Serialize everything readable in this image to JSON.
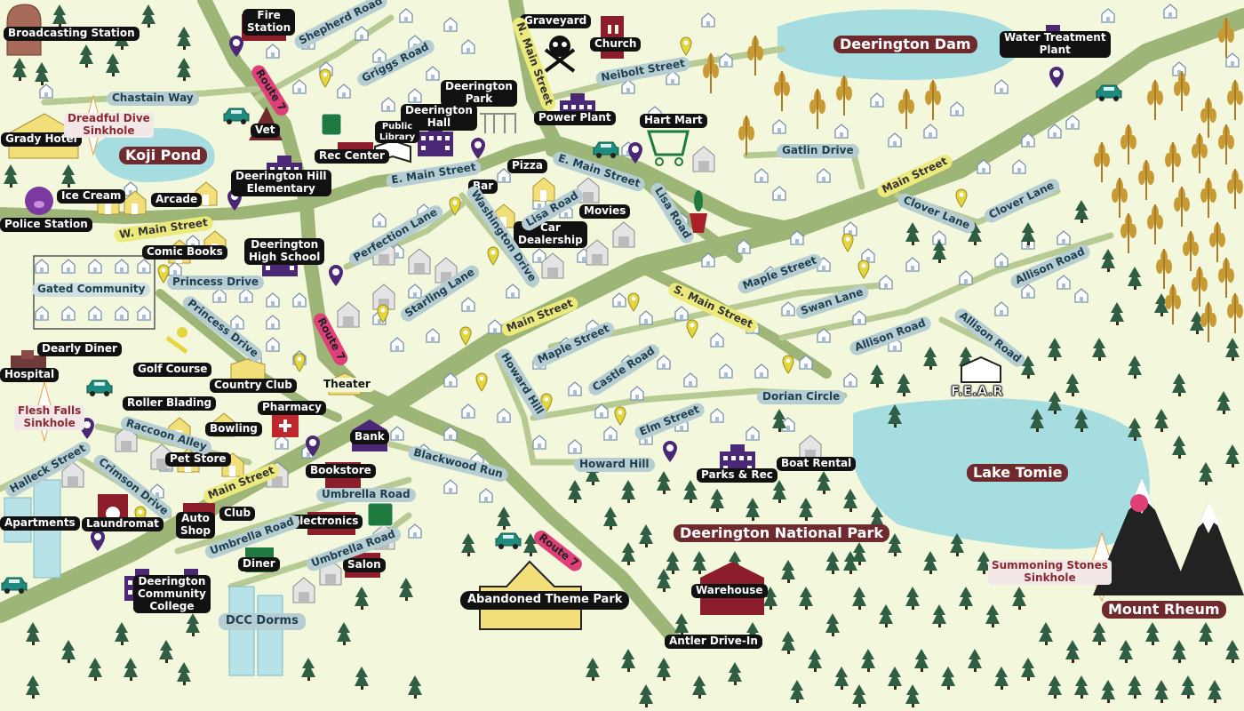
{
  "map": {
    "black_labels": {
      "broadcasting": "Broadcasting Station",
      "fire_station": "Fire\nStation",
      "graveyard": "Graveyard",
      "church": "Church",
      "water_treatment": "Water Treatment\nPlant",
      "deerington_park": "Deerington\nPark",
      "deerington_hall": "Deerington\nHall",
      "public_library": "Public\nLibrary",
      "power_plant": "Power Plant",
      "hart_mart": "Hart Mart",
      "grady_hotel": "Grady Hotel",
      "vet": "Vet",
      "rec_center": "Rec Center",
      "ice_cream": "Ice Cream",
      "police": "Police Station",
      "dh_elementary": "Deerington Hill\nElementary",
      "arcade": "Arcade",
      "pizza": "Pizza",
      "bar": "Bar",
      "movies": "Movies",
      "car_dealership": "Car\nDealership",
      "comic_books": "Comic Books",
      "dh_high": "Deerington\nHigh School",
      "dearly_diner": "Dearly Diner",
      "hospital": "Hospital",
      "golf_course": "Golf Course",
      "country_club": "Country Club",
      "theater": "Theater",
      "roller_blading": "Roller Blading",
      "pharmacy": "Pharmacy",
      "bowling": "Bowling",
      "bank": "Bank",
      "pet_store": "Pet Store",
      "bookstore": "Bookstore",
      "parks_rec": "Parks & Rec",
      "boat_rental": "Boat Rental",
      "apartments": "Apartments",
      "laundromat": "Laundromat",
      "auto_shop": "Auto\nShop",
      "club": "Club",
      "electronics": "Electronics",
      "diner": "Diner",
      "salon": "Salon",
      "dcc": "Deerington\nCommunity\nCollege",
      "abandoned_park": "Abandoned Theme Park",
      "warehouse": "Warehouse",
      "antler": "Antler Drive-In"
    },
    "streets": {
      "shepherd": "Shepherd Road",
      "griggs": "Griggs Road",
      "neibolt": "Neibolt Street",
      "chastain": "Chastain Way",
      "gatlin": "Gatlin Drive",
      "e_main_1": "E. Main Street",
      "e_main_2": "E. Main Street",
      "lisa_road_1": "Lisa Road",
      "lisa_road_2": "Lisa Road",
      "washington": "Washington Drive",
      "perfection": "Perfection Lane",
      "clover_1": "Clover Lane",
      "clover_2": "Clover Lane",
      "gated": "Gated Community",
      "princess_1": "Princess Drive",
      "princess_2": "Princess Drive",
      "starling": "Starling Lane",
      "maple_1": "Maple Street",
      "maple_2": "Maple Street",
      "swan": "Swan Lane",
      "allison_1": "Allison Road",
      "allison_2": "Allison Road",
      "allison_3": "Allison Road",
      "castle": "Castle Road",
      "howard_hill_1": "Howard Hill",
      "howard_hill_2": "Howard Hill",
      "dorian": "Dorian Circle",
      "elm": "Elm Street",
      "raccoon": "Raccoon Alley",
      "halleck": "Halleck Street",
      "crimson": "Crimson Drive",
      "umbrella_1": "Umbrella Road",
      "umbrella_2": "Umbrella Road",
      "umbrella_3": "Umbrella Road",
      "blackwood": "Blackwood Run",
      "dcc_dorms": "DCC Dorms"
    },
    "main_streets": {
      "n_main": "N. Main Street",
      "main_ne": "Main Street",
      "w_main": "W. Main Street",
      "main_center": "Main Street",
      "s_main": "S. Main Street",
      "main_sw": "Main Street"
    },
    "routes": {
      "r7_a": "Route 7",
      "r7_b": "Route 7",
      "r7_c": "Route 7"
    },
    "areas": {
      "dam": "Deerington Dam",
      "koji": "Koji Pond",
      "lake": "Lake Tomie",
      "national_park": "Deerington National Park",
      "rheum": "Mount Rheum"
    },
    "pink_labels": {
      "dreadful": "Dreadful Dive\nSinkhole",
      "flesh": "Flesh Falls\nSinkhole",
      "summoning": "Summoning Stones\nSinkhole"
    },
    "fear": "F.E.A.R",
    "colors": {
      "background": "#f3f8dc",
      "road": "#9db577",
      "water": "#a6dde0",
      "tree": "#2f5e45",
      "wheat": "#c89a34",
      "house": "#7b93ad",
      "purple_building": "#4b2876",
      "route_label": "#e0407a",
      "area_label": "#6f2a2e"
    }
  }
}
